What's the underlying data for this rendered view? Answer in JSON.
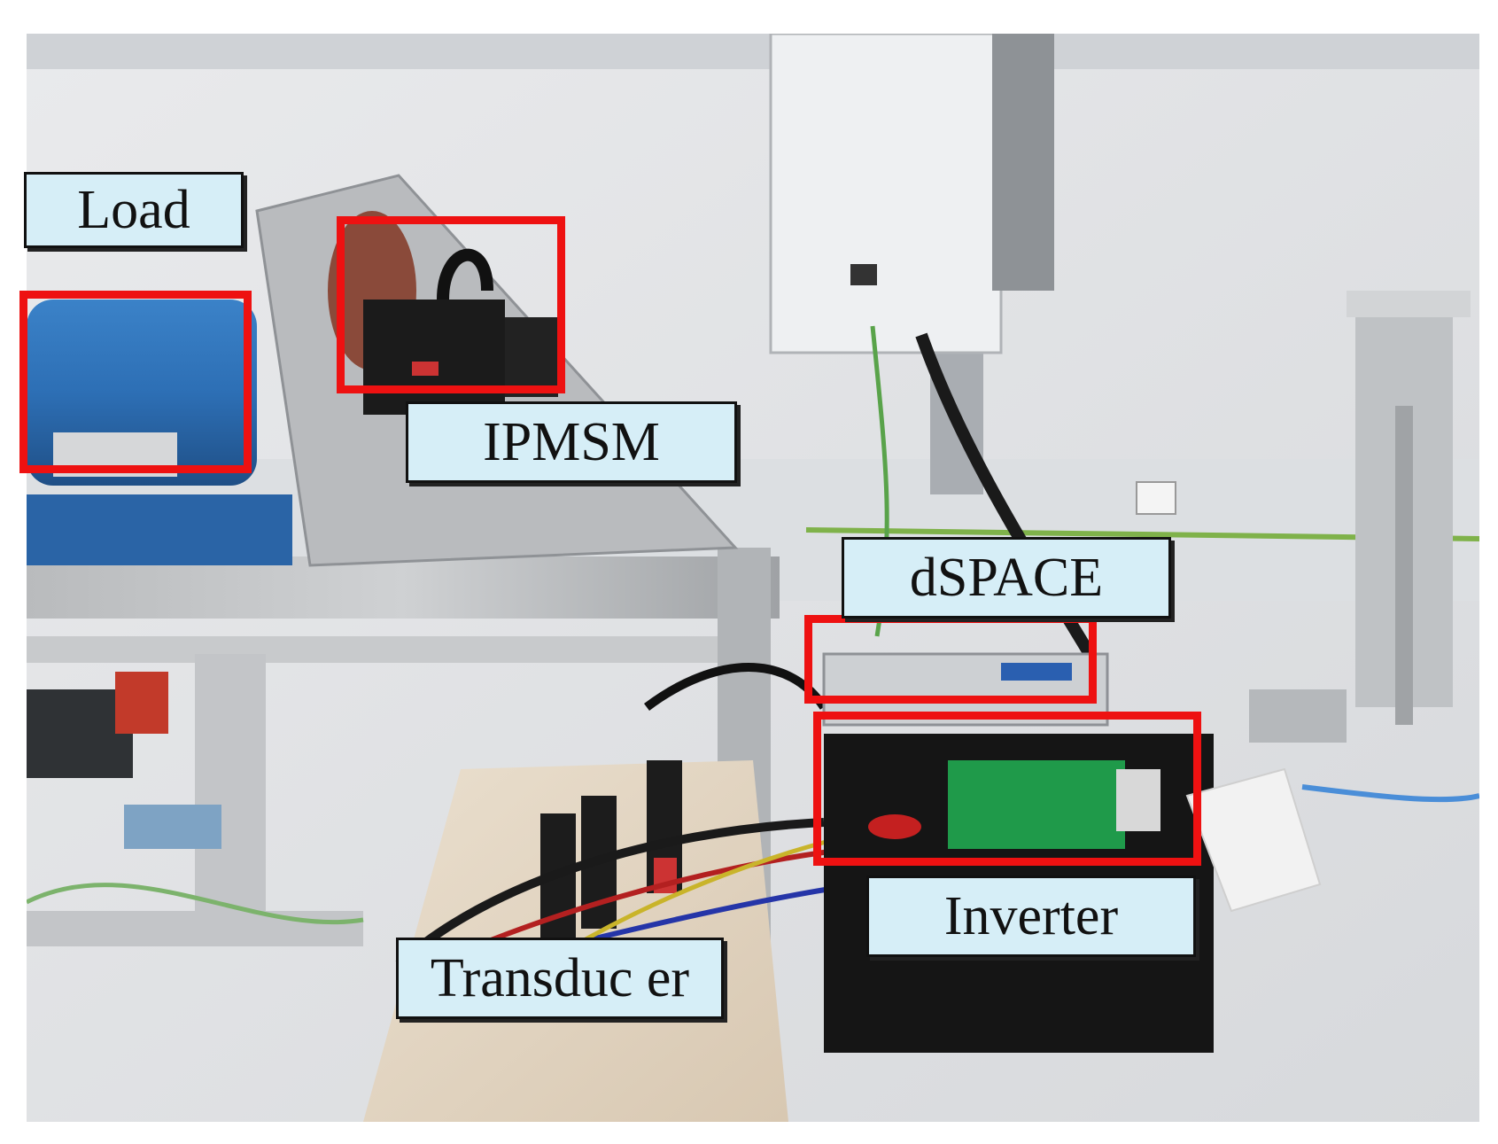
{
  "labels": {
    "load": "Load",
    "ipmsm": "IPMSM",
    "dspace": "dSPACE",
    "inverter": "Inverter",
    "transducer": "Transduc er"
  },
  "colors": {
    "label_fill": "#d6eef7",
    "label_border": "#111111",
    "highlight": "#ee1111",
    "motor_blue": "#2d6fb5",
    "pcb_green": "#1f9a4a"
  }
}
